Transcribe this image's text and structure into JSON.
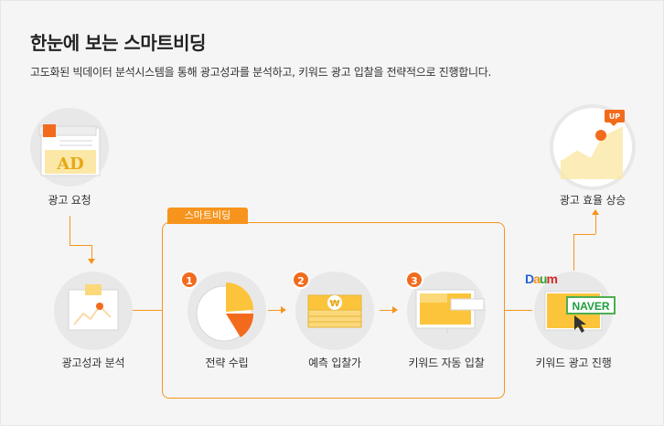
{
  "header": {
    "title": "한눈에 보는 스마트비딩",
    "description": "고도화된 빅데이터 분석시스템을 통해 광고성과를 분석하고, 키워드 광고 입찰을 전략적으로 진행합니다."
  },
  "flow": {
    "ad_request": {
      "label": "광고 요청",
      "icon_text": "AD"
    },
    "analysis": {
      "label": "광고성과 분석"
    },
    "smart_bidding_tag": "스마트비딩",
    "steps": [
      {
        "number": "1",
        "label": "전략 수립"
      },
      {
        "number": "2",
        "label": "예측 입찰가",
        "icon_text": "₩"
      },
      {
        "number": "3",
        "label": "키워드 자동 입찰"
      }
    ],
    "keyword_ad": {
      "label": "키워드 광고 진행",
      "naver_text": "NAVER",
      "daum_text": [
        "D",
        "a",
        "u",
        "m"
      ]
    },
    "result": {
      "label": "광고 효율 상승",
      "badge_text": "UP"
    }
  },
  "colors": {
    "accent": "#f7941d",
    "number_badge": "#f26b1d",
    "node_bg": "#e8e8e8"
  }
}
